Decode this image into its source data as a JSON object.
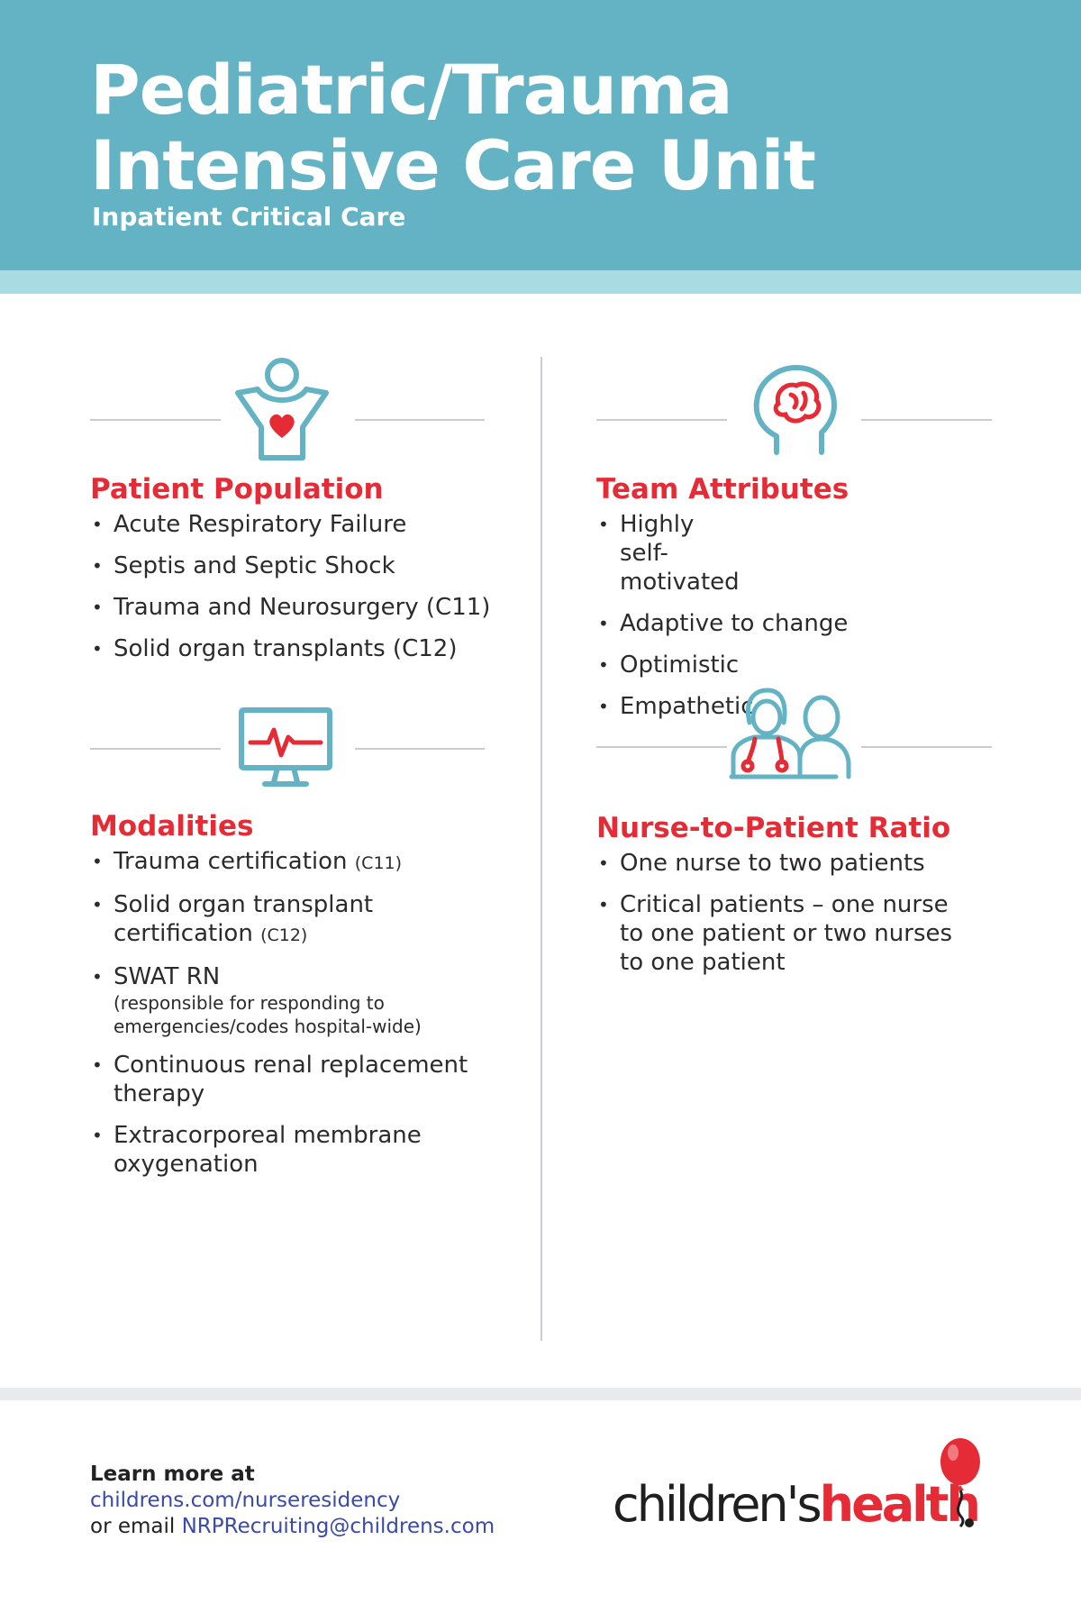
{
  "header": {
    "title_line1": "Pediatric/Trauma",
    "title_line2": "Intensive Care Unit",
    "subtitle": "Inpatient Critical Care"
  },
  "colors": {
    "header_teal": "#63b3c5",
    "stripe_teal": "#a9dbe3",
    "accent_red": "#e52b36",
    "link_blue": "#3a4aa8"
  },
  "sections": {
    "patient_population": {
      "heading": "Patient Population",
      "icon": "child-heart-icon",
      "items": [
        "Acute Respiratory Failure",
        "Septis and Septic Shock",
        "Trauma and Neurosurgery (C11)",
        "Solid organ transplants (C12)"
      ]
    },
    "team_attributes": {
      "heading": "Team Attributes",
      "icon": "brain-head-icon",
      "items": [
        "Highly self-motivated",
        "Adaptive to change",
        "Optimistic",
        "Empathetic"
      ]
    },
    "modalities": {
      "heading": "Modalities",
      "icon": "heart-monitor-icon",
      "items": [
        {
          "main": "Trauma certification",
          "note": "(C11)"
        },
        {
          "main": "Solid organ transplant certification",
          "note": "(C12)"
        },
        {
          "main": "SWAT RN",
          "note": "(responsible for responding to emergencies/codes hospital-wide)"
        },
        {
          "main": "Continuous renal replacement therapy",
          "note": ""
        },
        {
          "main": "Extracorporeal membrane oxygenation",
          "note": ""
        }
      ]
    },
    "ratio": {
      "heading": "Nurse-to-Patient Ratio",
      "icon": "nurse-patient-icon",
      "items": [
        "One nurse to two patients",
        "Critical patients – one nurse to one patient or two nurses to one patient"
      ]
    }
  },
  "footer": {
    "lead": "Learn more at",
    "url": "childrens.com/nurseresidency",
    "email_prefix": "or email",
    "email": "NRPRecruiting@childrens.com"
  },
  "logo": {
    "part1": "children's",
    "part2": "health",
    "icon": "balloon-icon"
  }
}
